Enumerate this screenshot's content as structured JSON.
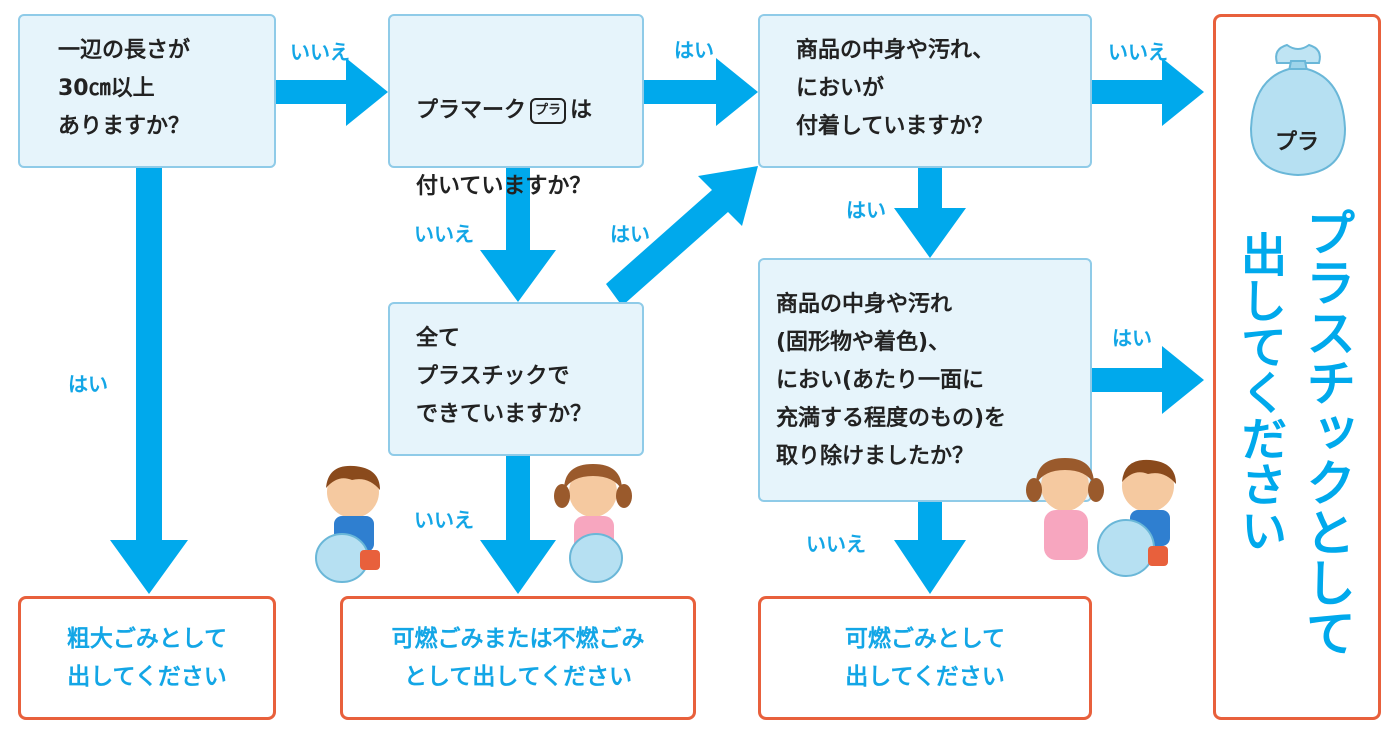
{
  "colors": {
    "arrow": "#00a9ec",
    "label": "#13a6e6",
    "box_fill": "#e6f4fb",
    "box_border": "#8fcbe8",
    "result_border": "#e8603c"
  },
  "questions": {
    "q1": "一辺の長さが\n30㎝以上\nありますか？",
    "q2_line1": "プラマーク",
    "q2_suffix": "は",
    "q2_line2": "付いていますか？",
    "q2_mark": "プラ",
    "q3": "商品の中身や汚れ、\nにおいが\n付着していますか？",
    "q4": "全て\nプラスチックで\nできていますか？",
    "q5": "商品の中身や汚れ\n(固形物や着色)、\nにおい(あたり一面に\n充満する程度のもの)を\n取り除けましたか？"
  },
  "results": {
    "large": "粗大ごみとして\n出してください",
    "burn_or_not": "可燃ごみまたは不燃ごみ\nとして出してください",
    "burnable": "可燃ごみとして\n出してください",
    "plastic_col1": "プラスチックとして",
    "plastic_col2": "出してください",
    "bag_label": "プラ"
  },
  "labels": {
    "yes": "はい",
    "no": "いいえ"
  },
  "icons": {
    "bag": "plastic-bag-icon",
    "kids": "children-with-bags-illustration"
  }
}
